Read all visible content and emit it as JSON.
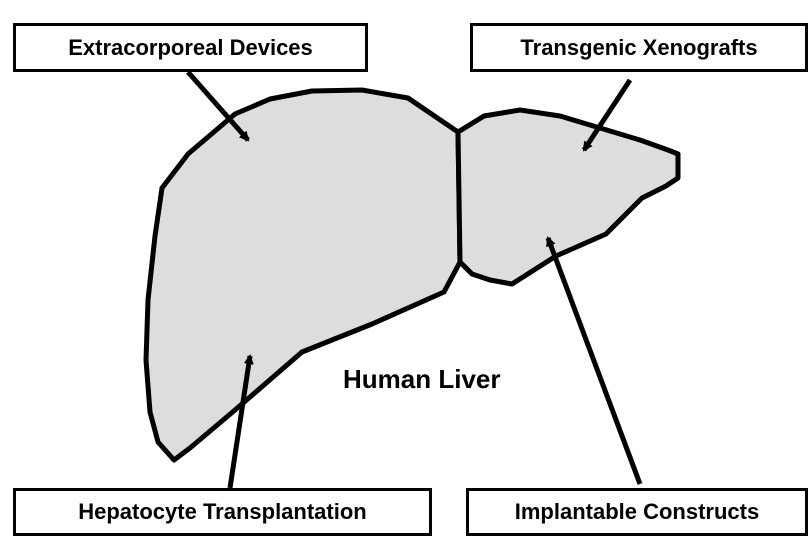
{
  "diagram": {
    "center_label": "Human Liver",
    "labels": {
      "top_left": "Extracorporeal Devices",
      "top_right": "Transgenic Xenografts",
      "bottom_left": "Hepatocyte Transplantation",
      "bottom_right": "Implantable Constructs"
    },
    "colors": {
      "liver_fill": "#dddddd",
      "outline": "#000000",
      "background": "#ffffff"
    }
  }
}
